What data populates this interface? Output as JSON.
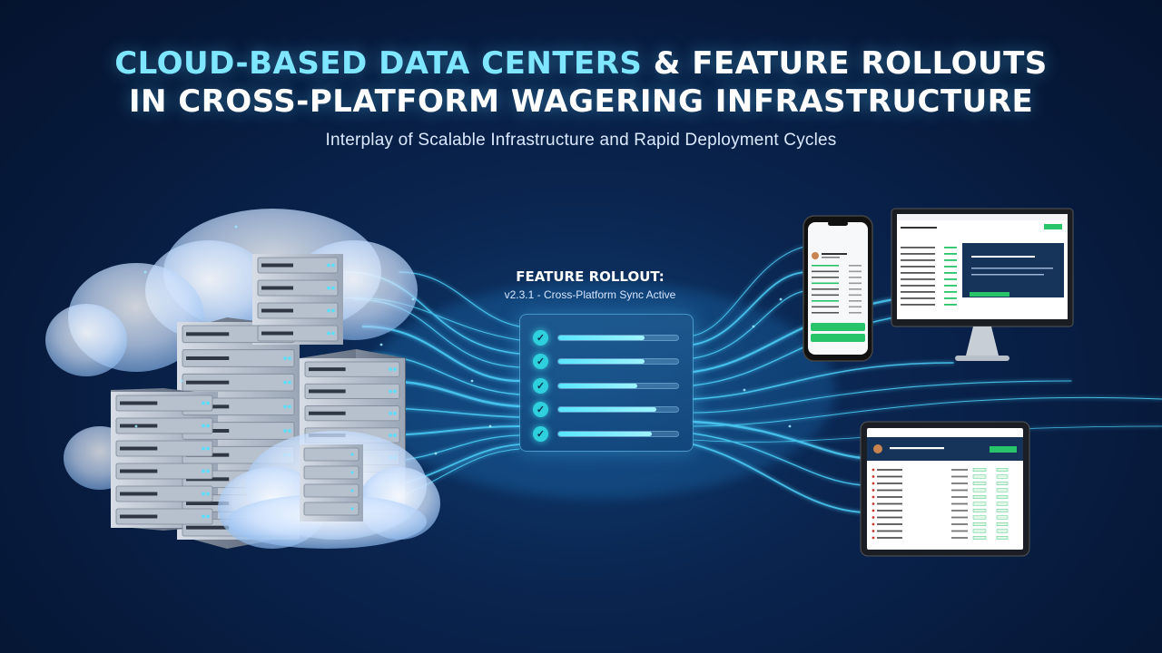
{
  "title": {
    "line1_highlight": "CLOUD-BASED DATA CENTERS",
    "line1_rest": " & FEATURE ROLLOUTS",
    "line2": "IN CROSS-PLATFORM WAGERING INFRASTRUCTURE"
  },
  "subtitle": "Interplay of Scalable Infrastructure and Rapid Deployment Cycles",
  "rollout": {
    "heading": "FEATURE ROLLOUT:",
    "subheading": "v2.3.1 - Cross-Platform Sync Active",
    "items": [
      {
        "progress": 0.72
      },
      {
        "progress": 0.72
      },
      {
        "progress": 0.66
      },
      {
        "progress": 0.82
      },
      {
        "progress": 0.78
      }
    ]
  },
  "colors": {
    "background": "#071a3c",
    "title_highlight": "#7fe6ff",
    "flow_line": "#4fd6ff",
    "check_green": "#2fd0dd",
    "device_button": "#27c46a"
  },
  "icons": {
    "check": "check-circle-icon",
    "server": "server-rack-icon",
    "cloud": "cloud-icon"
  }
}
